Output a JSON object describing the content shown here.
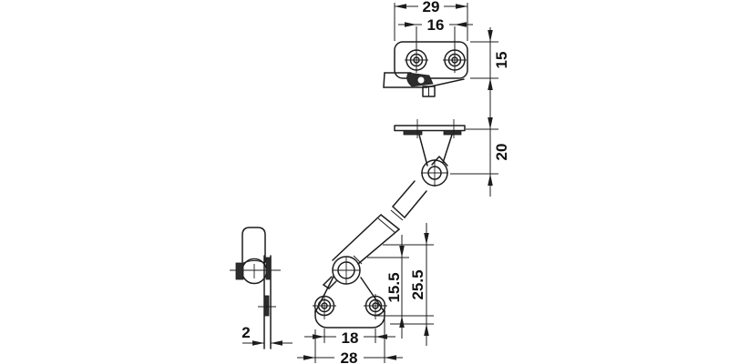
{
  "meta": {
    "background_color": "#ffffff",
    "line_color": "#1d1d1d",
    "text_color": "#111111",
    "drawing_type": "technical-dimension-drawing"
  },
  "dimensions": {
    "top_overall_width": "29",
    "top_hole_spacing": "16",
    "top_plate_height": "15",
    "plate_to_pivot": "20",
    "pivot_to_base": "15.5",
    "arm_to_base": "25.5",
    "base_hole_spacing": "18",
    "base_overall_width": "28",
    "side_plate_thickness": "2"
  }
}
